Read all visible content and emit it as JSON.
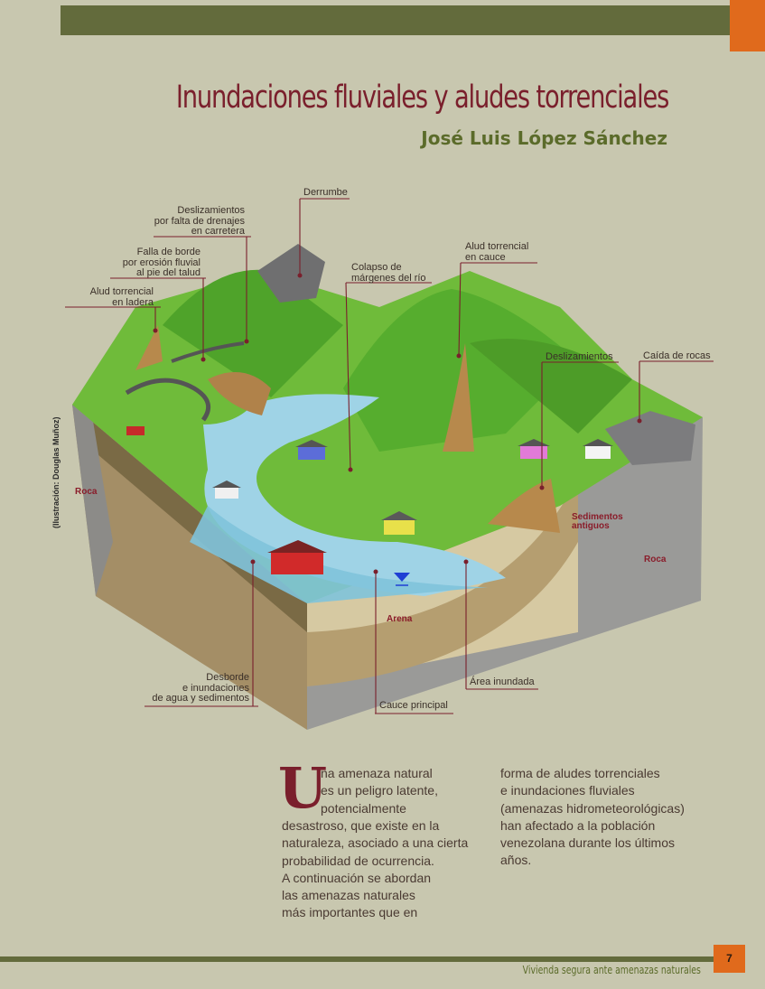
{
  "header": {
    "title": "Inundaciones fluviales y aludes torrenciales",
    "author": "José Luis López Sánchez"
  },
  "illustration": {
    "credit": "(Ilustración: Douglas Muñoz)",
    "labels": {
      "derrumbe": "Derrumbe",
      "deslizamientos_drenajes": "Deslizamientos\npor falta de drenajes\nen carretera",
      "falla_borde": "Falla de borde\npor erosión fluvial\nal pie del talud",
      "alud_ladera": "Alud torrencial\nen ladera",
      "colapso": "Colapso de\nmárgenes del río",
      "alud_cauce": "Alud torrencial\nen cauce",
      "deslizamientos": "Deslizamientos",
      "caida_rocas": "Caída de rocas",
      "desborde": "Desborde\ne inundaciones\nde agua y sedimentos",
      "area_inundada": "Área inundada",
      "cauce_principal": "Cauce principal"
    },
    "layer_labels": {
      "roca_left": "Roca",
      "roca_right": "Roca",
      "sedimentos": "Sedimentos\nantiguos",
      "arena": "Arena"
    }
  },
  "body": {
    "drop_cap": "U",
    "col1_indented": "na amenaza natural\nes un peligro latente,\npotencialmente",
    "col1_rest": "desastroso, que existe en la\nnaturaleza, asociado a una cierta\nprobabilidad de ocurrencia.\nA continuación se abordan\nlas amenazas naturales\nmás importantes que en",
    "col2": "forma de aludes torrenciales\ne inundaciones fluviales\n(amenazas hidrometeorológicas)\nhan afectado a la población\nvenezolana durante los últimos\naños."
  },
  "footer": {
    "running_title": "Vivienda segura ante amenazas naturales",
    "page_number": "7"
  },
  "colors": {
    "olive": "#636b3c",
    "orange": "#e06a1c",
    "maroon": "#7a1f2c",
    "background": "#c8c7af"
  }
}
